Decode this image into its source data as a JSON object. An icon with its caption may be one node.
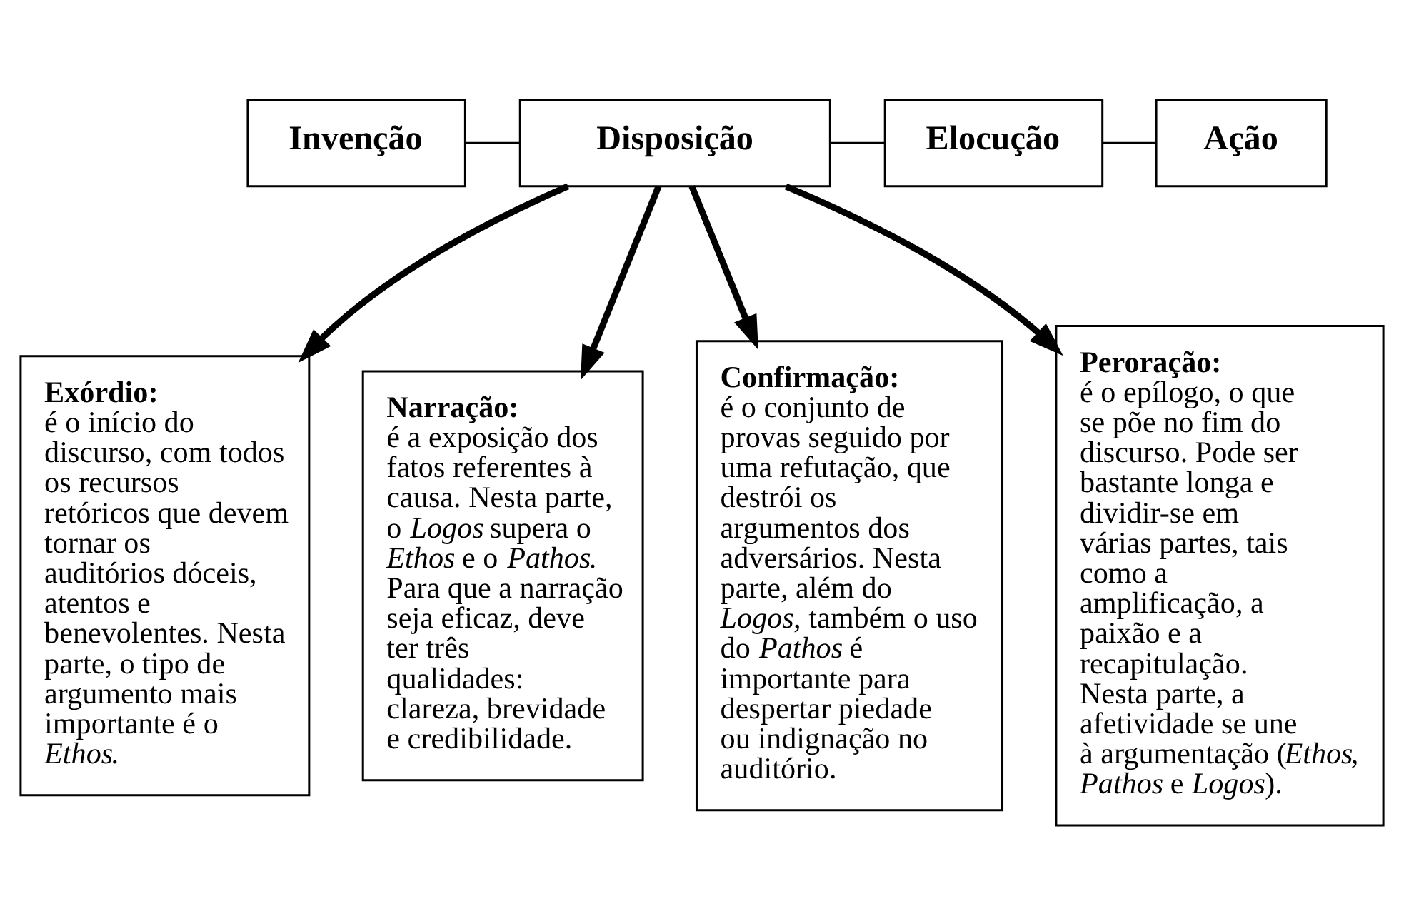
{
  "diagram": {
    "nodes": [
      {
        "text": [
          "Invenção"
        ]
      },
      {
        "text": [
          "Disposição"
        ]
      },
      {
        "text": [
          "Elocução"
        ]
      },
      {
        "text": [
          "Ação"
        ]
      },
      {
        "text": [
          "**Exórdio:** é o início do discurso, com todos os recursos retóricos que devem tornar os auditórios dóceis, atentos e benevolentes. Nesta parte, o tipo de argumento mais importante é o *Ethos*."
        ]
      },
      {
        "text": [
          "**Narração:** é a exposição dos fatos referentes à causa. Nesta parte, o *Logos* supera o *Ethos* e o *Pathos*. Para que a narração seja eficaz, deve ter três qualidades: clareza, brevidade e credibilidade."
        ]
      },
      {
        "text": [
          "**Confirmação:** é o conjunto de provas seguido por uma refutação, que destrói os argumentos dos adversários. Nesta parte, além do *Logos*, também o uso do *Pathos* é importante para despertar piedade ou indignação no auditório."
        ]
      },
      {
        "text": [
          "**Peroração:** é o epílogo, o que se põe no fim do discurso. Pode ser bastante longa e dividir-se em várias partes, tais como a amplificação, a paixão e a recapitulação. Nesta parte, a afetividade se une à argumentação (*Ethos*, *Pathos* e *Logos*)."
        ]
      }
    ],
    "edges": [
      {
        "from": 0,
        "to": 1,
        "arrow": "none"
      },
      {
        "from": 1,
        "to": 2,
        "arrow": "none"
      },
      {
        "from": 2,
        "to": 3,
        "arrow": "none"
      },
      {
        "from": 1,
        "to": 4,
        "arrow": "to"
      },
      {
        "from": 1,
        "to": 5,
        "arrow": "to"
      },
      {
        "from": 1,
        "to": 6,
        "arrow": "to"
      },
      {
        "from": 1,
        "to": 7,
        "arrow": "to"
      }
    ]
  }
}
